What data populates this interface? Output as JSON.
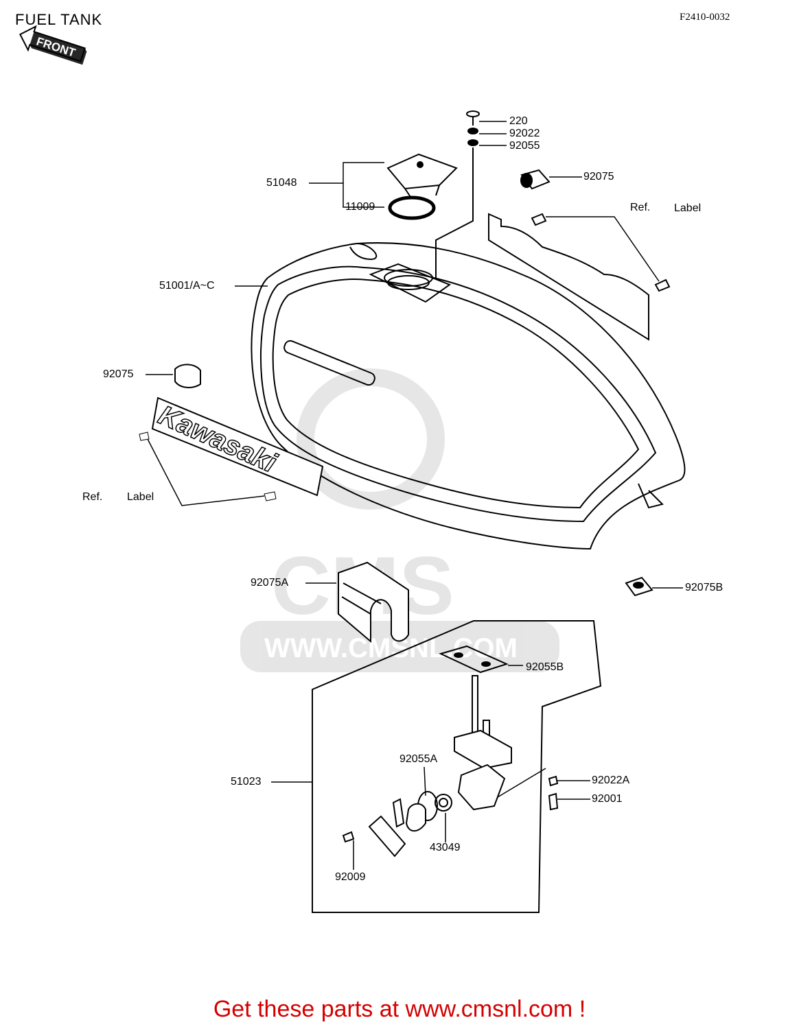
{
  "header": {
    "title": "FUEL TANK",
    "code": "F2410-0032"
  },
  "front_badge": "FRONT",
  "emblem_text": "Kawasaki",
  "watermark": {
    "brand": "CMS",
    "url": "WWW.CMSNL.COM"
  },
  "parts": {
    "p220": "220",
    "p92022": "92022",
    "p92055": "92055",
    "p51048": "51048",
    "p92075_top": "92075",
    "p11009": "11009",
    "ref_top": "Ref.",
    "label_top": "Label",
    "p51001": "51001/A~C",
    "p92075_left": "92075",
    "ref_left": "Ref.",
    "label_left": "Label",
    "p92075A": "92075A",
    "p92075B": "92075B",
    "p92055B": "92055B",
    "p92055A": "92055A",
    "p51023": "51023",
    "p92022A": "92022A",
    "p92001": "92001",
    "p43049": "43049",
    "p92009": "92009"
  },
  "footer": {
    "cta": "Get these parts at www.cmsnl.com !"
  }
}
